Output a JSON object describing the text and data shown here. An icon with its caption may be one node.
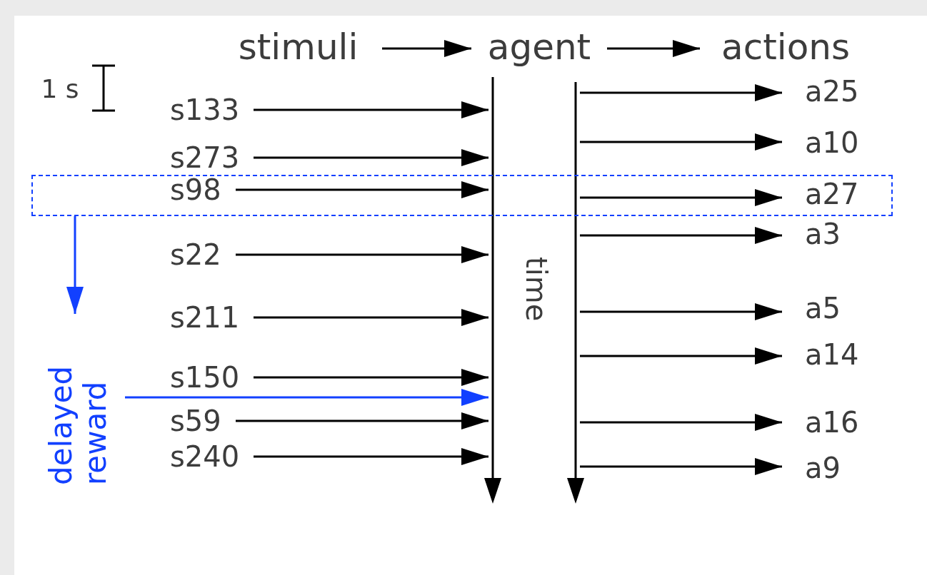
{
  "diagram": {
    "nodes": [
      {
        "text": [
          "stimuli"
        ]
      },
      {
        "text": [
          "agent"
        ]
      },
      {
        "text": [
          "actions"
        ]
      },
      {
        "text": [],
        "shape": "bar"
      },
      {
        "text": [],
        "shape": "bar"
      },
      {
        "text": [
          "s133"
        ]
      },
      {
        "text": [
          "s273"
        ]
      },
      {
        "text": [
          "s98"
        ],
        "in": 21
      },
      {
        "text": [
          "s22"
        ]
      },
      {
        "text": [
          "s211"
        ]
      },
      {
        "text": [
          "s150"
        ]
      },
      {
        "text": [
          "s59"
        ]
      },
      {
        "text": [
          "s240"
        ]
      },
      {
        "text": [
          "a25"
        ]
      },
      {
        "text": [
          "a10"
        ]
      },
      {
        "text": [
          "a27"
        ],
        "in": 21
      },
      {
        "text": [
          "a3"
        ]
      },
      {
        "text": [
          "a5"
        ]
      },
      {
        "text": [
          "a14"
        ]
      },
      {
        "text": [
          "a16"
        ]
      },
      {
        "text": [
          "a9"
        ]
      },
      {
        "text": [],
        "shape": "box"
      },
      {
        "text": [
          "delayed reward"
        ]
      }
    ],
    "edges": [
      {
        "from": 0,
        "to": 1,
        "arrow": "to"
      },
      {
        "from": 1,
        "to": 2,
        "arrow": "to"
      },
      {
        "from": 5,
        "to": 3,
        "arrow": "to"
      },
      {
        "from": 6,
        "to": 3,
        "arrow": "to"
      },
      {
        "from": 7,
        "to": 3,
        "arrow": "to"
      },
      {
        "from": 8,
        "to": 3,
        "arrow": "to"
      },
      {
        "from": 9,
        "to": 3,
        "arrow": "to"
      },
      {
        "from": 10,
        "to": 3,
        "arrow": "to"
      },
      {
        "from": 11,
        "to": 3,
        "arrow": "to"
      },
      {
        "from": 12,
        "to": 3,
        "arrow": "to"
      },
      {
        "from": 4,
        "to": 13,
        "arrow": "to"
      },
      {
        "from": 4,
        "to": 14,
        "arrow": "to"
      },
      {
        "from": 4,
        "to": 15,
        "arrow": "to"
      },
      {
        "from": 4,
        "to": 16,
        "arrow": "to"
      },
      {
        "from": 4,
        "to": 17,
        "arrow": "to"
      },
      {
        "from": 4,
        "to": 18,
        "arrow": "to"
      },
      {
        "from": 4,
        "to": 19,
        "arrow": "to"
      },
      {
        "from": 4,
        "to": 20,
        "arrow": "to"
      },
      {
        "from": 21,
        "to": 22,
        "arrow": "to",
        "color": "#1240ff"
      },
      {
        "from": 22,
        "to": 3,
        "arrow": "to",
        "color": "#1240ff"
      }
    ],
    "labels": [
      "1 s",
      "time"
    ]
  }
}
